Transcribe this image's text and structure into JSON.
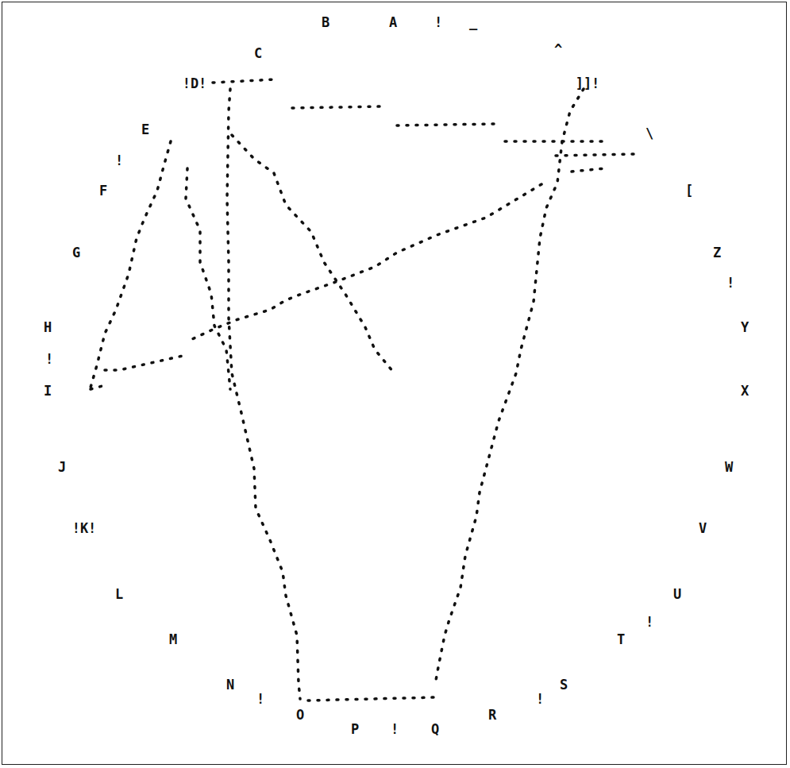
{
  "diagram": {
    "labels": [
      "B",
      "A",
      "!",
      "_",
      "^",
      "C",
      "!D!",
      "]]!",
      "E",
      "\\",
      "!",
      "F",
      "[",
      "G",
      "Z",
      "!",
      "H",
      "Y",
      "!",
      "I",
      "X",
      "J",
      "W",
      "!K!",
      "V",
      "L",
      "U",
      "!",
      "M",
      "T",
      "N",
      "S",
      "!",
      "!",
      "O",
      "R",
      "P",
      "!",
      "Q"
    ]
  }
}
